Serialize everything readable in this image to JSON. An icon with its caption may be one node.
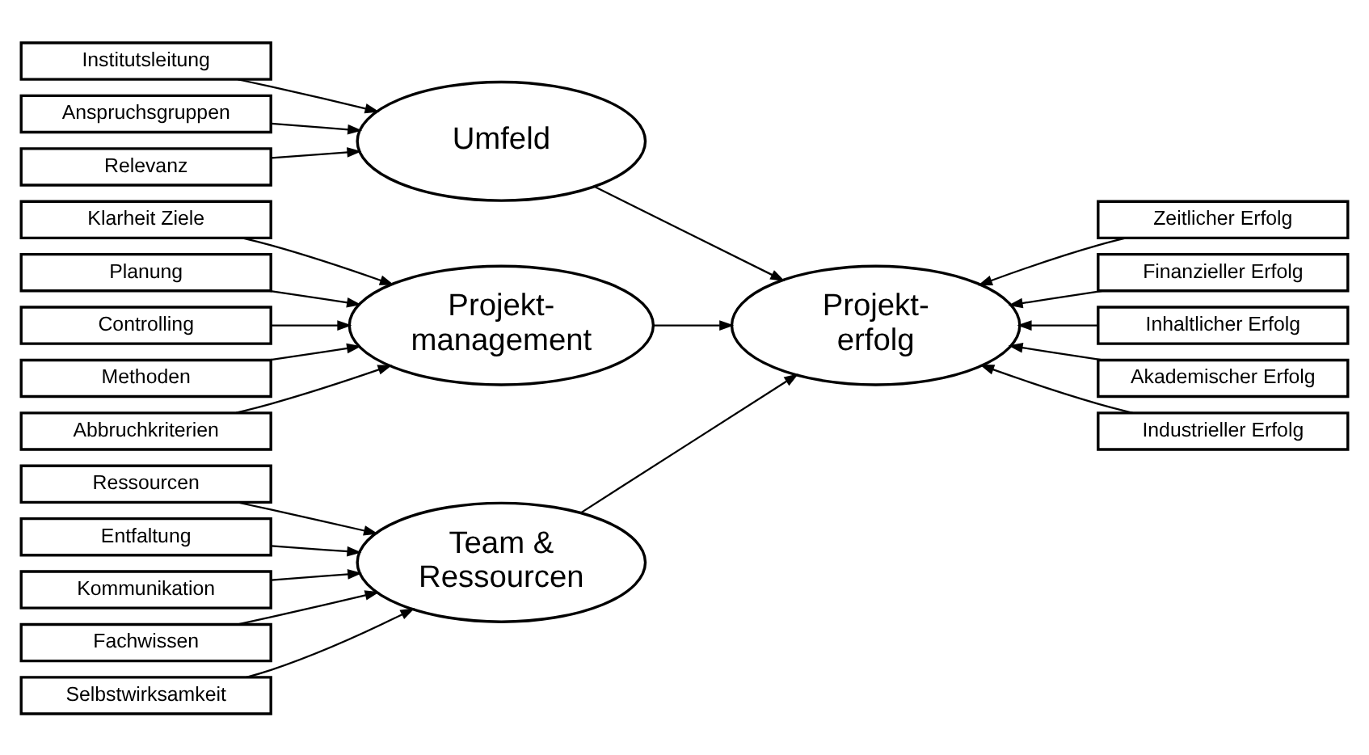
{
  "diagram": {
    "nodes": [
      {
        "text": [
          "Klarheit Ziele"
        ]
      },
      {
        "text": [
          "Planung"
        ]
      },
      {
        "text": [
          "Controlling"
        ]
      },
      {
        "text": [
          "Methoden"
        ]
      },
      {
        "text": [
          "Abbruchkriterien"
        ]
      },
      {
        "text": [
          "Projekt- management"
        ]
      },
      {
        "text": [
          "Institutsleitung"
        ]
      },
      {
        "text": [
          "Anspruchsgruppen"
        ]
      },
      {
        "text": [
          "Relevanz"
        ]
      },
      {
        "text": [
          "Umfeld"
        ]
      },
      {
        "text": [
          "Ressourcen"
        ]
      },
      {
        "text": [
          "Entfaltung"
        ]
      },
      {
        "text": [
          "Kommunikation"
        ]
      },
      {
        "text": [
          "Fachwissen"
        ]
      },
      {
        "text": [
          "Selbstwirksamkeit"
        ]
      },
      {
        "text": [
          "Team & Ressourcen"
        ]
      },
      {
        "text": [
          "Projekt- erfolg"
        ]
      },
      {
        "text": [
          "Zeitlicher Erfolg"
        ]
      },
      {
        "text": [
          "Finanzieller Erfolg"
        ]
      },
      {
        "text": [
          "Inhaltlicher Erfolg"
        ]
      },
      {
        "text": [
          "Akademischer Erfolg"
        ]
      },
      {
        "text": [
          "Industrieller Erfolg"
        ]
      }
    ],
    "edges": [
      {
        "from": 0,
        "to": 5,
        "arrow": "to"
      },
      {
        "from": 1,
        "to": 5,
        "arrow": "to"
      },
      {
        "from": 2,
        "to": 5,
        "arrow": "to"
      },
      {
        "from": 3,
        "to": 5,
        "arrow": "to"
      },
      {
        "from": 4,
        "to": 5,
        "arrow": "to"
      },
      {
        "from": 6,
        "to": 9,
        "arrow": "to"
      },
      {
        "from": 7,
        "to": 9,
        "arrow": "to"
      },
      {
        "from": 8,
        "to": 9,
        "arrow": "to"
      },
      {
        "from": 10,
        "to": 15,
        "arrow": "to"
      },
      {
        "from": 11,
        "to": 15,
        "arrow": "to"
      },
      {
        "from": 12,
        "to": 15,
        "arrow": "to"
      },
      {
        "from": 13,
        "to": 15,
        "arrow": "to"
      },
      {
        "from": 14,
        "to": 15,
        "arrow": "to"
      },
      {
        "from": 5,
        "to": 16,
        "arrow": "to"
      },
      {
        "from": 9,
        "to": 16,
        "arrow": "to"
      },
      {
        "from": 15,
        "to": 16,
        "arrow": "to"
      },
      {
        "from": 17,
        "to": 16,
        "arrow": "to"
      },
      {
        "from": 18,
        "to": 16,
        "arrow": "to"
      },
      {
        "from": 19,
        "to": 16,
        "arrow": "to"
      },
      {
        "from": 20,
        "to": 16,
        "arrow": "to"
      },
      {
        "from": 21,
        "to": 16,
        "arrow": "to"
      }
    ]
  }
}
